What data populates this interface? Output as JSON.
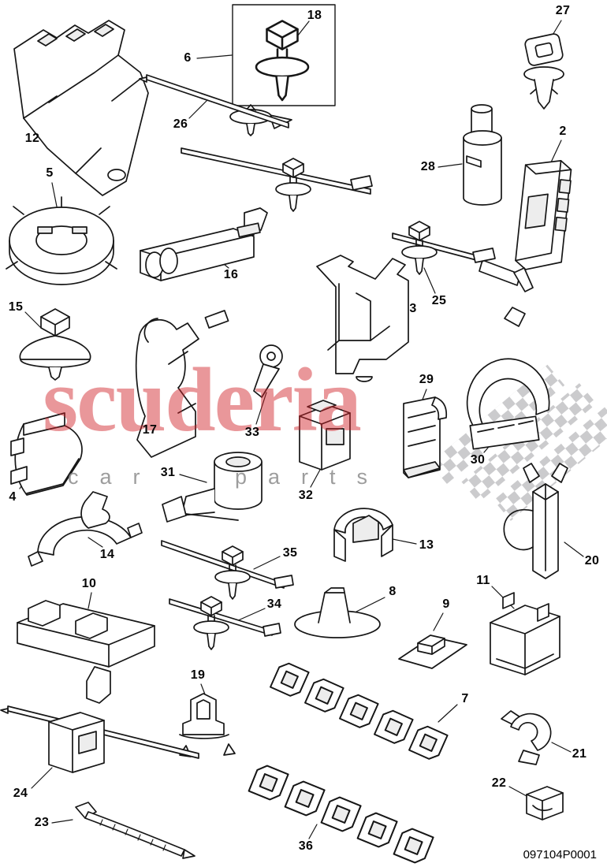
{
  "document": {
    "part_number": "097104P0001"
  },
  "watermark": {
    "brand": "scuderia",
    "tagline_left": "car",
    "tagline_right": "parts"
  },
  "callouts": [
    {
      "label": "18"
    },
    {
      "label": "6"
    },
    {
      "label": "27"
    },
    {
      "label": "12"
    },
    {
      "label": "26"
    },
    {
      "label": "2"
    },
    {
      "label": "28"
    },
    {
      "label": "5"
    },
    {
      "label": "16"
    },
    {
      "label": "25"
    },
    {
      "label": "3"
    },
    {
      "label": "15"
    },
    {
      "label": "17"
    },
    {
      "label": "33"
    },
    {
      "label": "29"
    },
    {
      "label": "30"
    },
    {
      "label": "4"
    },
    {
      "label": "31"
    },
    {
      "label": "32"
    },
    {
      "label": "13"
    },
    {
      "label": "20"
    },
    {
      "label": "14"
    },
    {
      "label": "35"
    },
    {
      "label": "10"
    },
    {
      "label": "34"
    },
    {
      "label": "8"
    },
    {
      "label": "9"
    },
    {
      "label": "11"
    },
    {
      "label": "19"
    },
    {
      "label": "7"
    },
    {
      "label": "21"
    },
    {
      "label": "24"
    },
    {
      "label": "22"
    },
    {
      "label": "23"
    },
    {
      "label": "36"
    }
  ]
}
